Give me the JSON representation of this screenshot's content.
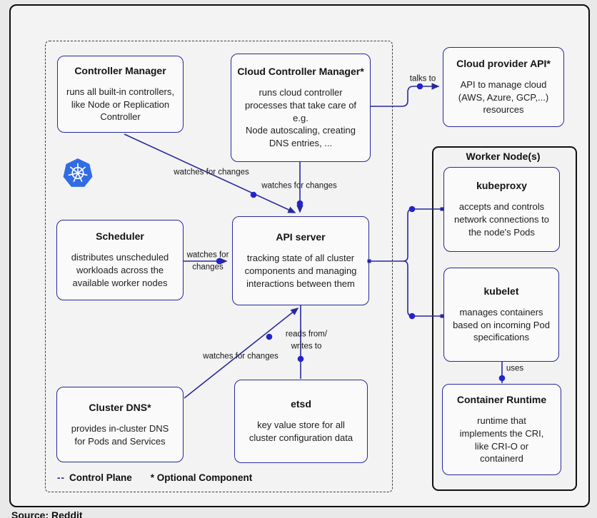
{
  "colors": {
    "wire_navy": "#28289e",
    "dot_blue": "#2323cd",
    "kubernetes_blue": "#326ce5",
    "panel_bg": "#f3f3f3",
    "box_bg": "#fafafa"
  },
  "icons": {
    "kubernetes_logo": "kubernetes-helm-wheel-icon"
  },
  "boxes": {
    "controller_manager": {
      "title": "Controller Manager",
      "body": "runs all built-in controllers,\nlike Node or Replication\nController"
    },
    "cloud_controller_manager": {
      "title": "Cloud Controller Manager*",
      "body": "runs cloud controller\nprocesses that take care of\ne.g.\nNode autoscaling, creating\nDNS entries, ..."
    },
    "cloud_provider_api": {
      "title": "Cloud provider API*",
      "body": "API to manage cloud\n(AWS, Azure, GCP,...)\nresources"
    },
    "scheduler": {
      "title": "Scheduler",
      "body": "distributes unscheduled\nworkloads across the\navailable worker nodes"
    },
    "api_server": {
      "title": "API server",
      "body": "tracking state of all cluster\ncomponents and managing\ninteractions between them"
    },
    "cluster_dns": {
      "title": "Cluster DNS*",
      "body": "provides in-cluster DNS\nfor Pods and Services"
    },
    "etsd": {
      "title": "etsd",
      "body": "key value store for all\ncluster configuration data"
    },
    "worker_node": {
      "title": "Worker Node(s)"
    },
    "kubeproxy": {
      "title": "kubeproxy",
      "body": "accepts and controls\nnetwork connections to\nthe node's Pods"
    },
    "kubelet": {
      "title": "kubelet",
      "body": "manages containers\nbased on incoming Pod\nspecifications"
    },
    "container_runtime": {
      "title": "Container Runtime",
      "body": "runtime that\nimplements the CRI,\nlike CRI-O or\ncontainerd"
    }
  },
  "edge_labels": {
    "cm_watches": "watches for changes",
    "ccm_watches": "watches for changes",
    "talks_to": "talks to",
    "scheduler_watches": "watches for\nchanges",
    "dns_watches": "watches for changes",
    "reads_writes": "reads from/\nwrites to",
    "uses": "uses"
  },
  "legend": {
    "dashes": "--",
    "control_plane_label": "Control Plane",
    "optional_label": "* Optional Component"
  },
  "footer": {
    "source": "Source: Reddit"
  }
}
